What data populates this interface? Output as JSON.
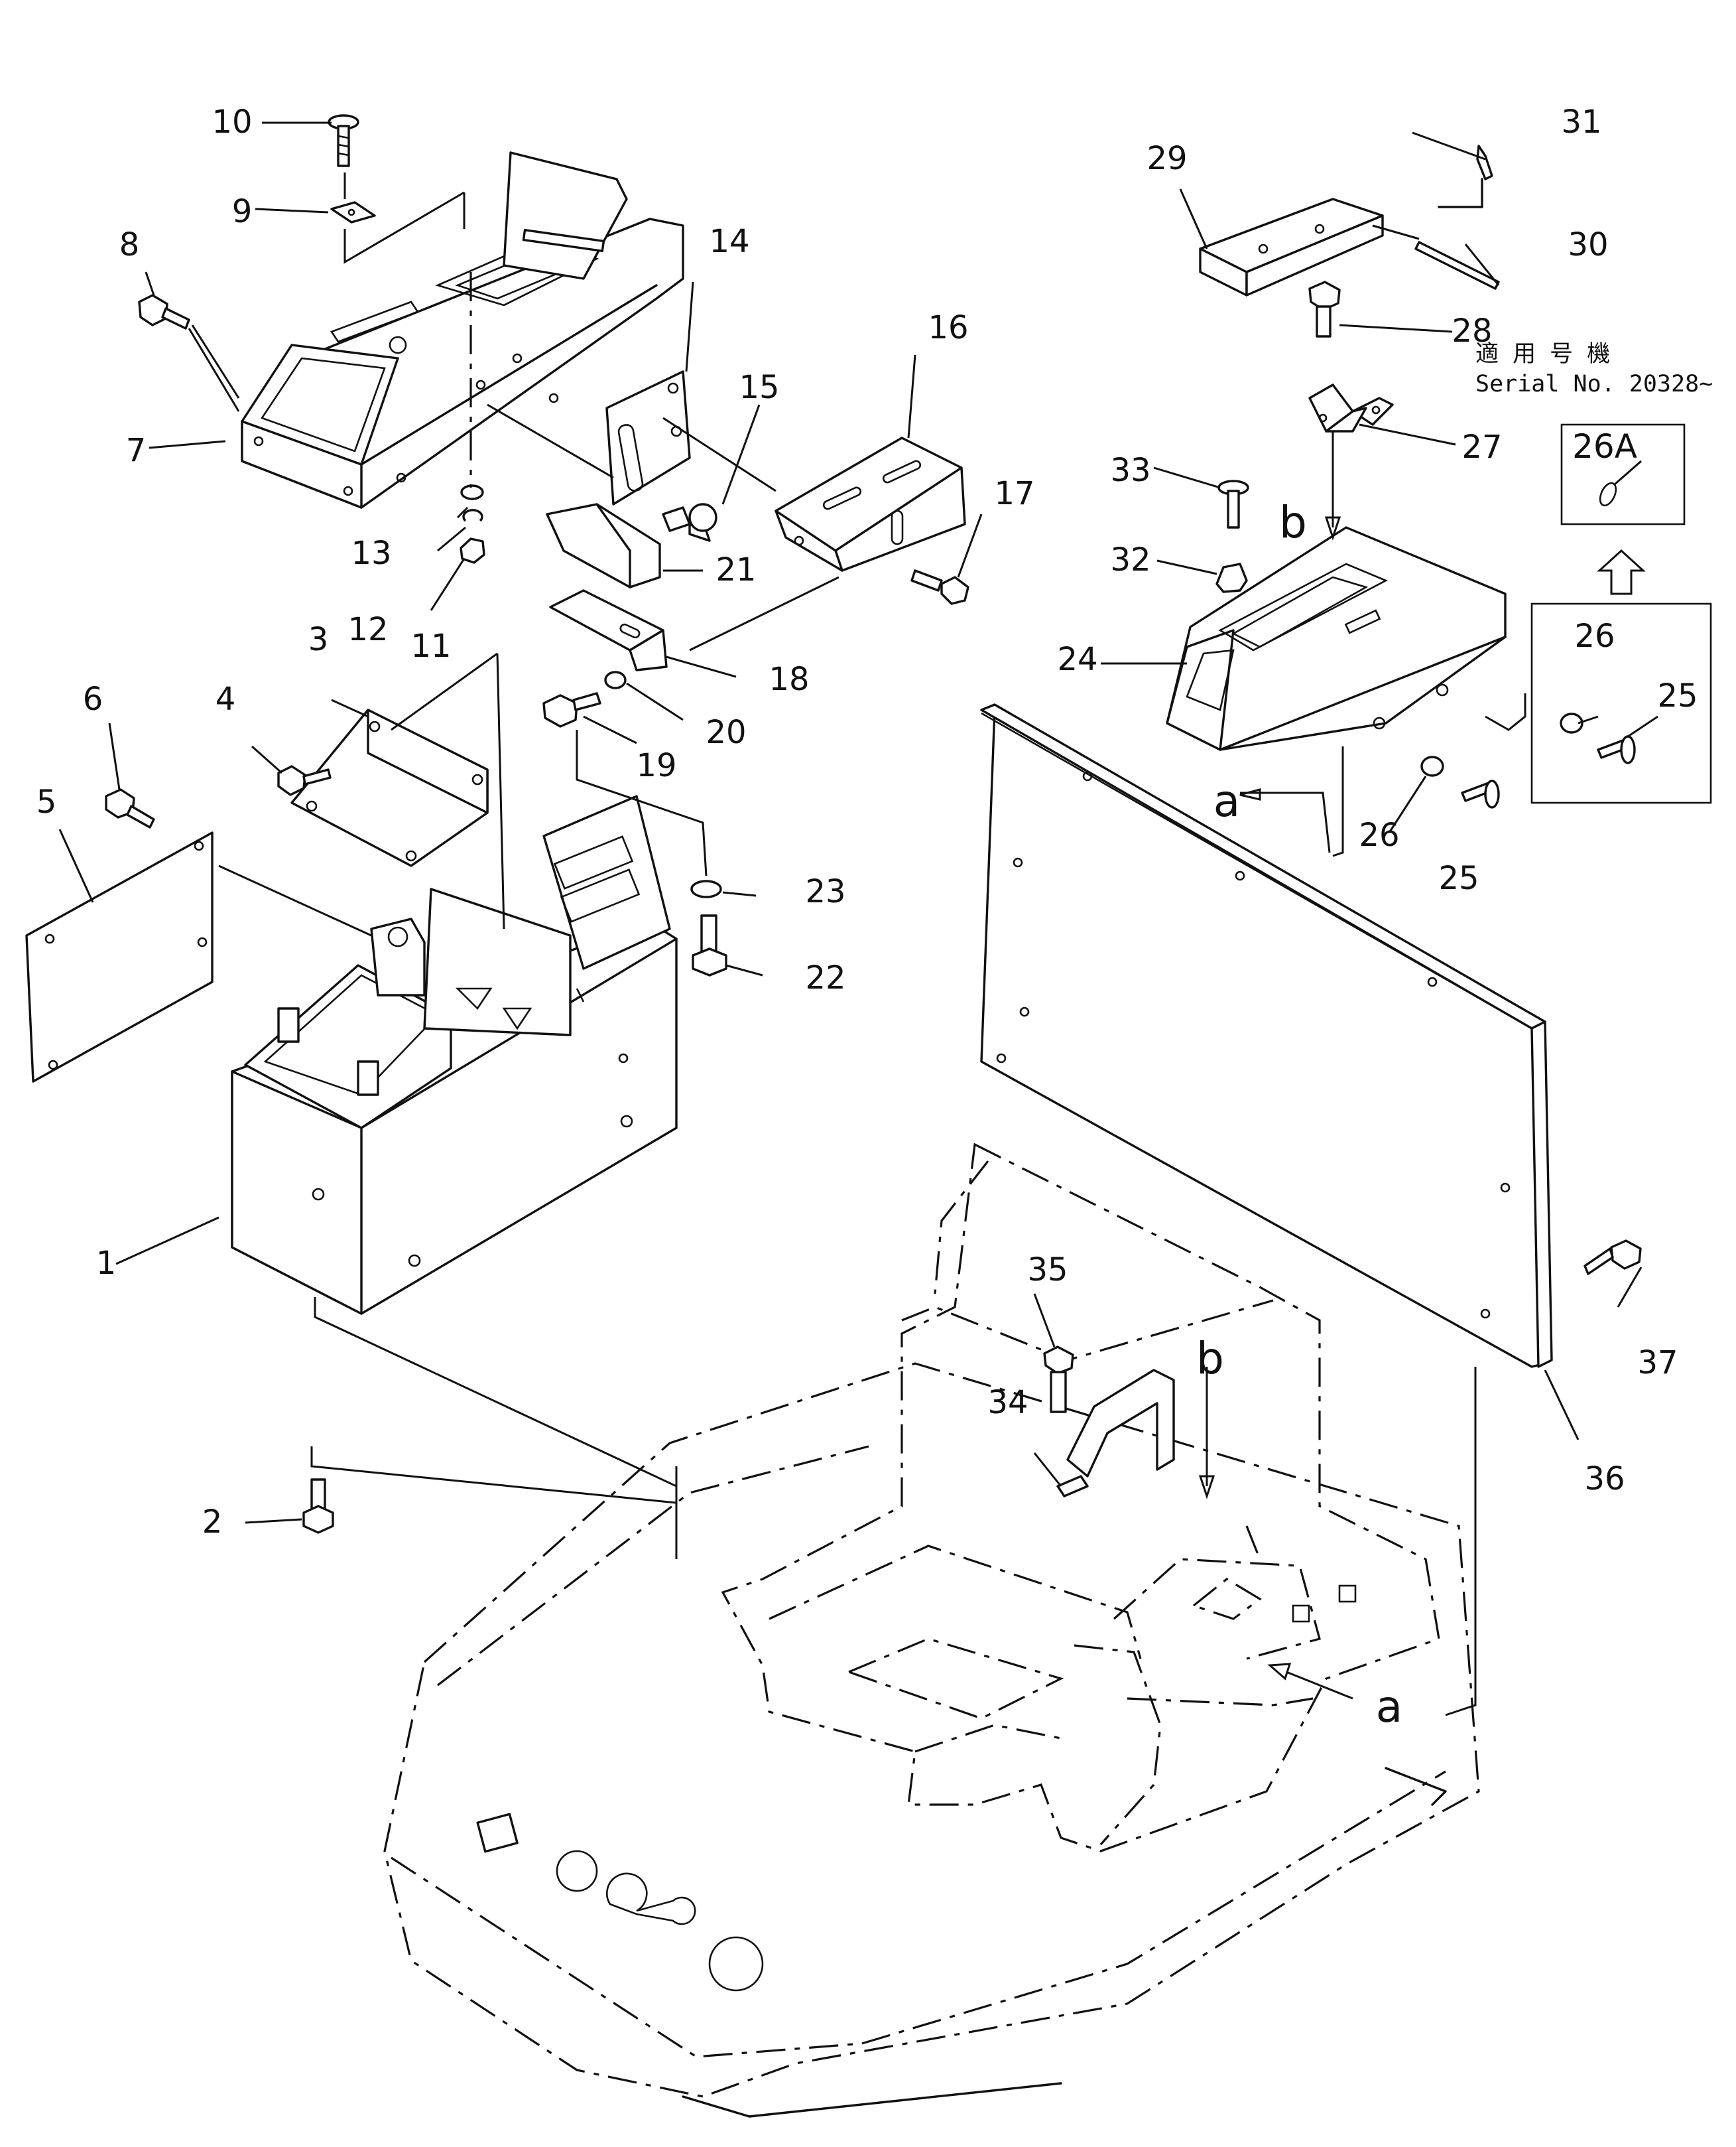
{
  "callouts": {
    "c1": "1",
    "c2": "2",
    "c3": "3",
    "c4": "4",
    "c5": "5",
    "c6": "6",
    "c7": "7",
    "c8": "8",
    "c9": "9",
    "c10": "10",
    "c11": "11",
    "c12": "12",
    "c13": "13",
    "c14": "14",
    "c15": "15",
    "c16": "16",
    "c17": "17",
    "c18": "18",
    "c19": "19",
    "c20": "20",
    "c21": "21",
    "c22": "22",
    "c23": "23",
    "c24": "24",
    "c25a": "25",
    "c25b": "25",
    "c26a": "26",
    "c26b": "26",
    "c27": "27",
    "c28": "28",
    "c29": "29",
    "c30": "30",
    "c31": "31",
    "c32": "32",
    "c33": "33",
    "c34": "34",
    "c35": "35",
    "c36": "36",
    "c37": "37"
  },
  "view_markers": {
    "a_top": "a",
    "a_bottom": "a",
    "b_top": "b",
    "b_bottom": "b"
  },
  "serial_note": {
    "jp": "適 用 号 機",
    "en": "Serial No. 20328~"
  },
  "detail_box": {
    "label": "26A"
  }
}
